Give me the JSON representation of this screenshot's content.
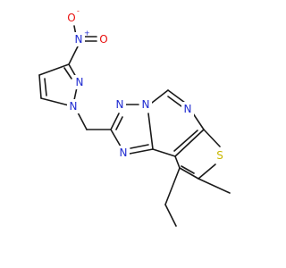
{
  "colors": {
    "background": "#ffffff",
    "bond": "#1a1a1a",
    "nitrogen": "#1f2bd1",
    "oxygen": "#e8110f",
    "sulfur": "#c9b800"
  },
  "atoms": {
    "o_minus": {
      "symbol": "O",
      "charge": "-"
    },
    "n_nitro": {
      "symbol": "N",
      "charge": "+"
    },
    "o_double": {
      "symbol": "O"
    },
    "n_pz2": {
      "symbol": "N"
    },
    "n_pz1": {
      "symbol": "N"
    },
    "n_tz1": {
      "symbol": "N"
    },
    "n_tz_bridge": {
      "symbol": "N"
    },
    "n_pyr": {
      "symbol": "N"
    },
    "n_tz4": {
      "symbol": "N"
    },
    "s_thio": {
      "symbol": "S"
    }
  }
}
